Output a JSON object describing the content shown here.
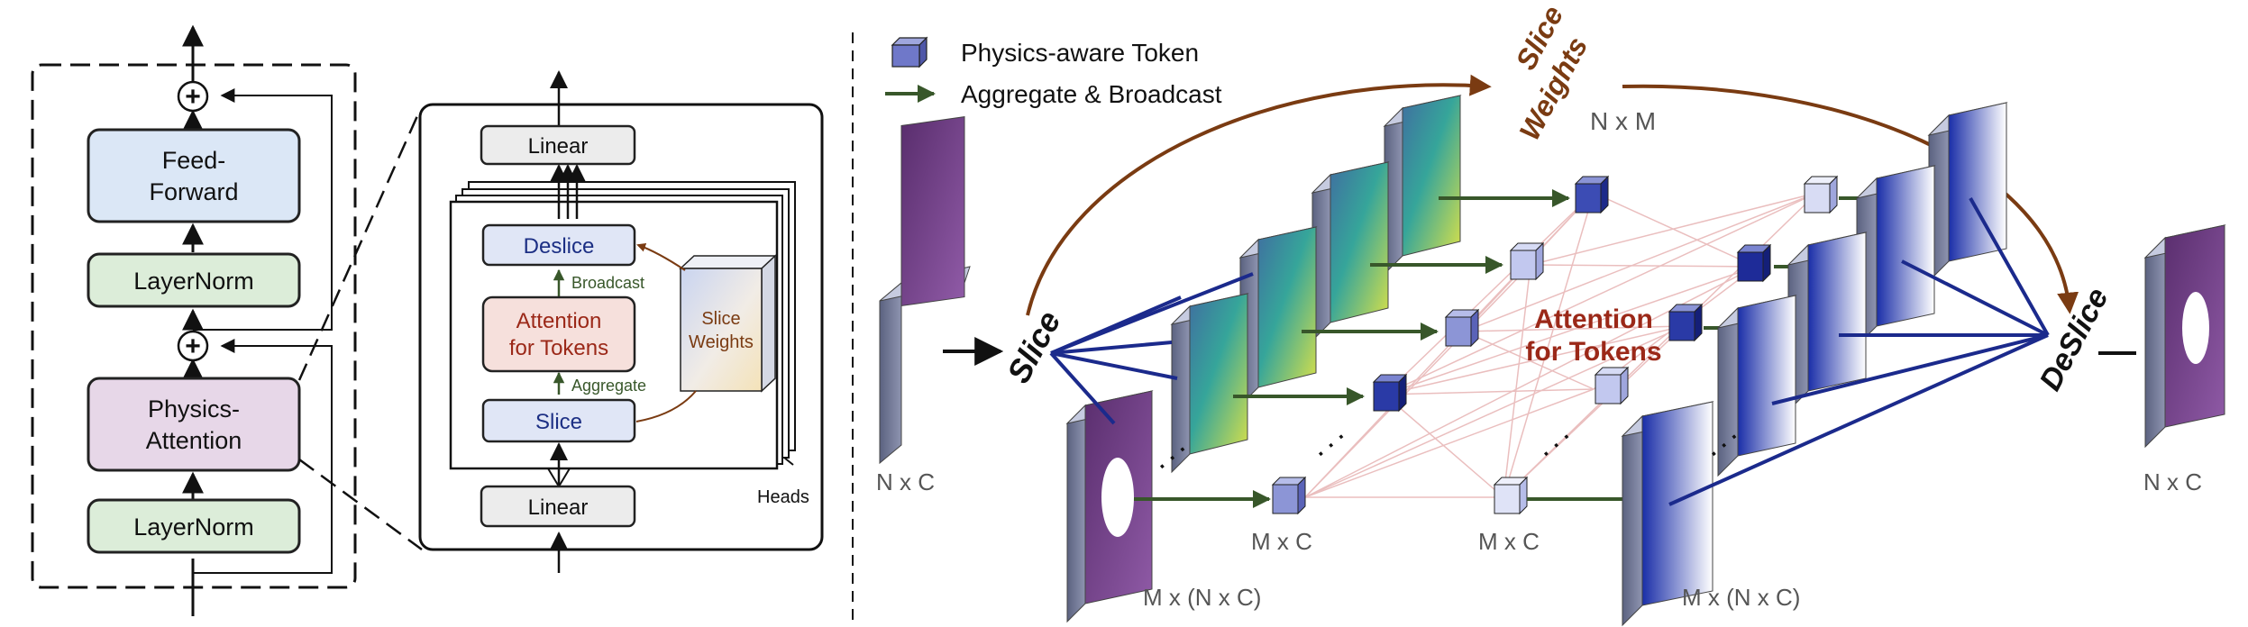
{
  "colors": {
    "ffn_fill": "#dbe7f6",
    "ln_fill": "#dcedd9",
    "attn_fill": "#e7d7e8",
    "box_stroke": "#222222",
    "slice_fill": "#e0e6f6",
    "slice_text": "#1c2f84",
    "attn_text": "#9b2818",
    "attn_fill_inner": "#f6e0dc",
    "green": "#38572a",
    "brown": "#7a3b12",
    "navy": "#1b2a8c",
    "token": "#6f78c9",
    "pink_edge": "#e8b8b8"
  },
  "block": {
    "ffn_label_line1": "Feed-",
    "ffn_label_line2": "Forward",
    "ln_top_label": "LayerNorm",
    "attn_label_line1": "Physics-",
    "attn_label_line2": "Attention",
    "ln_bottom_label": "LayerNorm",
    "plus_symbol": "+"
  },
  "detail": {
    "linear_top": "Linear",
    "linear_bottom": "Linear",
    "deslice": "Deslice",
    "broadcast": "Broadcast",
    "attention_line1": "Attention",
    "attention_line2": "for Tokens",
    "aggregate": "Aggregate",
    "slice": "Slice",
    "weights_line1": "Slice",
    "weights_line2": "Weights",
    "heads": "Heads"
  },
  "legend": {
    "token_label": "Physics-aware Token",
    "arrow_label": "Aggregate & Broadcast"
  },
  "main": {
    "slice_weights_line1": "Slice",
    "slice_weights_line2": "Weights",
    "nxm": "N x M",
    "slice_word": "Slice",
    "deslice_word": "DeSlice",
    "attention_line1": "Attention",
    "attention_line2": "for Tokens",
    "input_dim": "N x C",
    "output_dim": "N x C",
    "left_stack_dim": "M x (N x C)",
    "right_stack_dim": "M x (N x C)",
    "token_dim_1": "M x C",
    "token_dim_2": "M x C",
    "ellipsis": "· · ·"
  }
}
